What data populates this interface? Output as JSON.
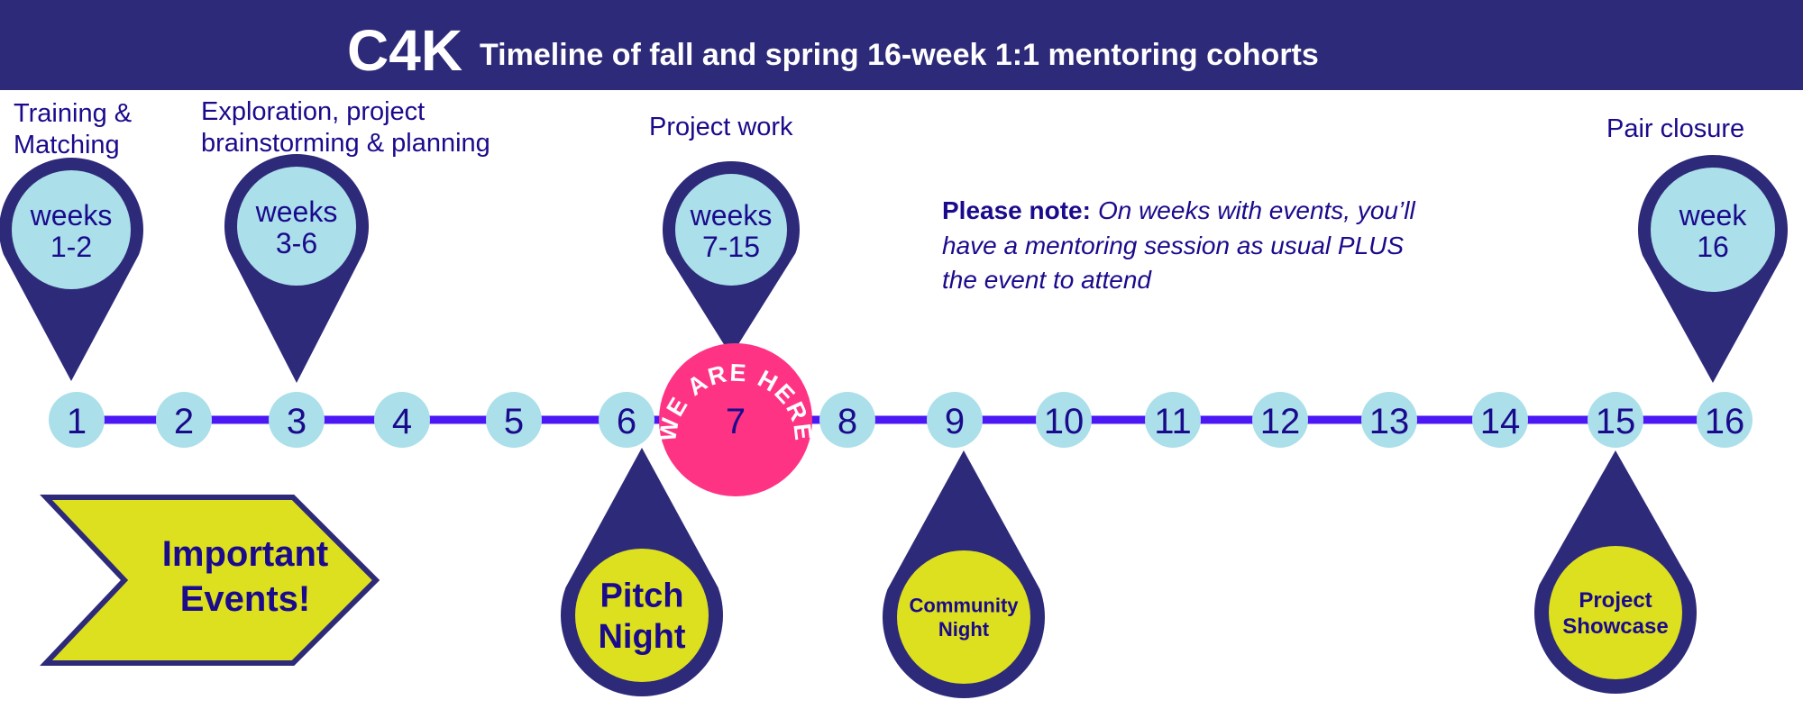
{
  "header": {
    "logo": "C4K",
    "title": "Timeline of fall and spring 16-week 1:1 mentoring cohorts"
  },
  "phases": [
    {
      "lines": [
        "Training &",
        "Matching"
      ],
      "pin": [
        "weeks",
        "1-2"
      ]
    },
    {
      "lines": [
        "Exploration, project",
        "brainstorming & planning"
      ],
      "pin": [
        "weeks",
        "3-6"
      ]
    },
    {
      "lines": [
        "Project work"
      ],
      "pin": [
        "weeks",
        "7-15"
      ]
    },
    {
      "lines": [
        "Pair closure"
      ],
      "pin": [
        "week",
        "16"
      ]
    }
  ],
  "note": {
    "bold": "Please note:",
    "lines": [
      "On weeks with events, you’ll",
      "have a mentoring session as usual PLUS",
      "the event to attend"
    ]
  },
  "weeks": [
    "1",
    "2",
    "3",
    "4",
    "5",
    "6",
    "7",
    "8",
    "9",
    "10",
    "11",
    "12",
    "13",
    "14",
    "15",
    "16"
  ],
  "current": {
    "week": "7",
    "label": "WE ARE HERE"
  },
  "events_banner": [
    "Important",
    "Events!"
  ],
  "events": [
    {
      "week": "6",
      "lines": [
        "Pitch",
        "Night"
      ]
    },
    {
      "week": "9",
      "lines": [
        "Community",
        "Night"
      ]
    },
    {
      "week": "15",
      "lines": [
        "Project",
        "Showcase"
      ]
    }
  ],
  "colors": {
    "navy": "#2e2a7a",
    "text": "#1a0a8c",
    "light_blue": "#abdfe9",
    "pink": "#ff3384",
    "yellow": "#dde01e",
    "line": "#4b17f5"
  }
}
